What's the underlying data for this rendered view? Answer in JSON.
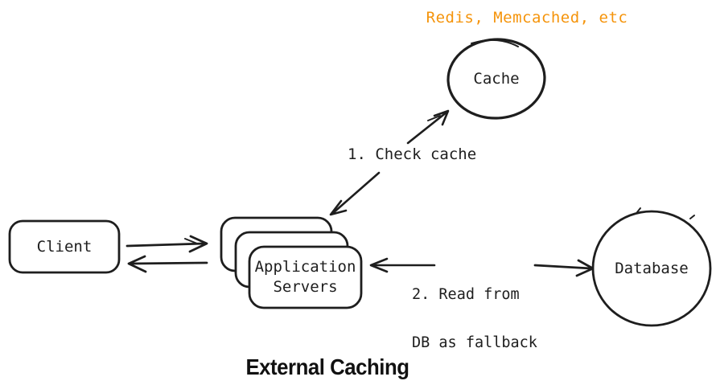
{
  "title": "External Caching",
  "annotations": {
    "cache_tech": "Redis, Memcached, etc"
  },
  "nodes": {
    "cache": {
      "label": "Cache",
      "shape": "ellipse"
    },
    "client": {
      "label": "Client",
      "shape": "rounded-rect"
    },
    "app_servers": {
      "label_line1": "Application",
      "label_line2": "Servers",
      "shape": "stacked-rounded-rects",
      "stack_count": 3
    },
    "database": {
      "label": "Database",
      "shape": "ellipse"
    }
  },
  "edges": {
    "client_app": {
      "style": "paired-arrows",
      "direction": "both"
    },
    "check_cache": {
      "label": "1. Check cache",
      "direction": "both"
    },
    "read_fallback": {
      "label_line1": "2. Read from",
      "label_line2": "DB as fallback",
      "direction": "both"
    }
  },
  "colors": {
    "ink": "#1e1e1e",
    "accent": "#f5940b",
    "background": "#ffffff"
  }
}
